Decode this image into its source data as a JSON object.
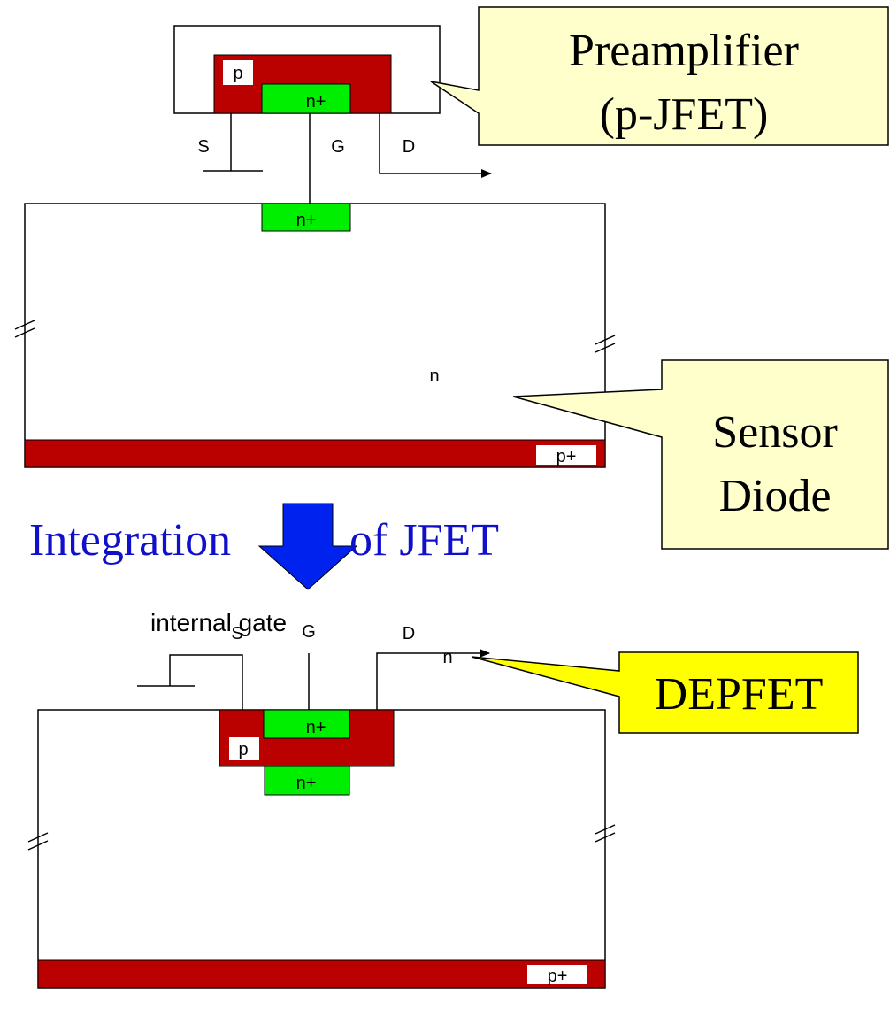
{
  "top": {
    "jfet_p_label": "p",
    "jfet_nplus_label": "n+",
    "terminal_s": "S",
    "terminal_g": "G",
    "terminal_d": "D",
    "sensor_nplus_label": "n+",
    "bulk_n_label": "n",
    "backside_label": "p+"
  },
  "callouts": {
    "preamp_line1": "Preamplifier",
    "preamp_line2": "(p-JFET)",
    "sensor_line1": "Sensor",
    "sensor_line2": "Diode",
    "depfet": "DEPFET"
  },
  "transition": {
    "left_text": "Integration",
    "right_text": "of JFET"
  },
  "bottom": {
    "terminal_s": "S",
    "terminal_g": "G",
    "terminal_d": "D",
    "upper_nplus_label": "n+",
    "p_label": "p",
    "lower_nplus_label": "n+",
    "internal_gate_label": "internal gate",
    "bulk_n_label": "n",
    "backside_label": "p+"
  },
  "colors": {
    "dark_red": "#bb0000",
    "green": "#00ee00",
    "callout_fill": "#ffffcc",
    "depfet_fill": "#ffff00",
    "arrow_blue": "#0022ee",
    "title_blue": "#1010cc"
  }
}
